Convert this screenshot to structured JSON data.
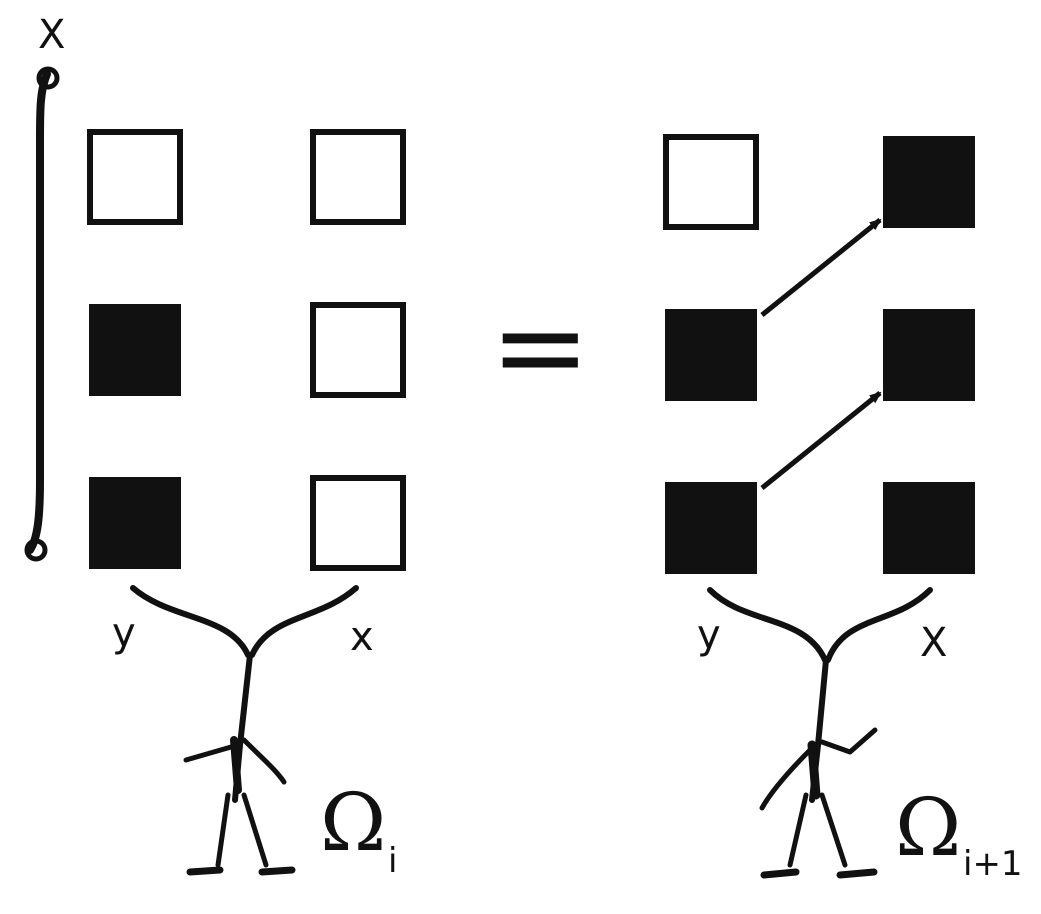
{
  "integral": {
    "upper_limit": "X"
  },
  "left_state": {
    "column_labels": {
      "y": "y",
      "x": "x"
    },
    "y_column": [
      false,
      true,
      true
    ],
    "x_column": [
      false,
      false,
      false
    ],
    "omega_symbol": "Ω",
    "subscript": "i"
  },
  "equals_sign": "=",
  "right_state": {
    "column_labels": {
      "y": "y",
      "x": "X"
    },
    "y_column": [
      false,
      true,
      true
    ],
    "x_column": [
      true,
      true,
      true
    ],
    "omega_symbol": "Ω",
    "subscript": "i+1",
    "arrows": [
      {
        "from_row": 1,
        "to_row": 0
      },
      {
        "from_row": 2,
        "to_row": 1
      }
    ]
  },
  "colors": {
    "ink": "#111111",
    "paper": "#ffffff"
  }
}
